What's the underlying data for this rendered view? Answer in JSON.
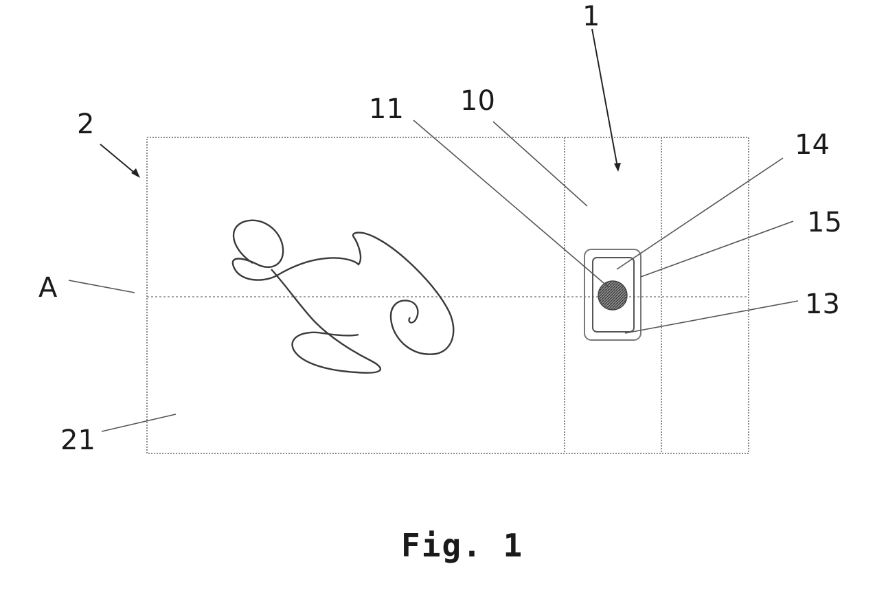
{
  "labels": {
    "ref_1": "1",
    "ref_2": "2",
    "ref_10": "10",
    "ref_11": "11",
    "ref_13": "13",
    "ref_14": "14",
    "ref_15": "15",
    "ref_21": "21",
    "ref_A": "A"
  },
  "caption": "Fig. 1",
  "colors": {
    "line": "#222222",
    "frame": "#8a8a8a",
    "hatch_fill": "#6a6a6a"
  }
}
